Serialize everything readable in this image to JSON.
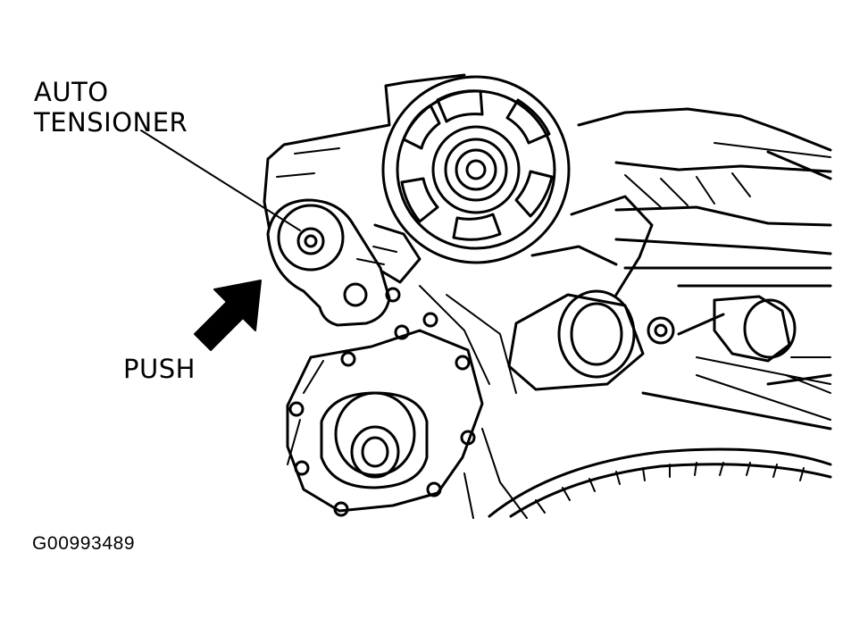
{
  "labels": {
    "auto": "AUTO",
    "tensioner": "TENSIONER",
    "push": "PUSH"
  },
  "figure_id": "G00993489"
}
